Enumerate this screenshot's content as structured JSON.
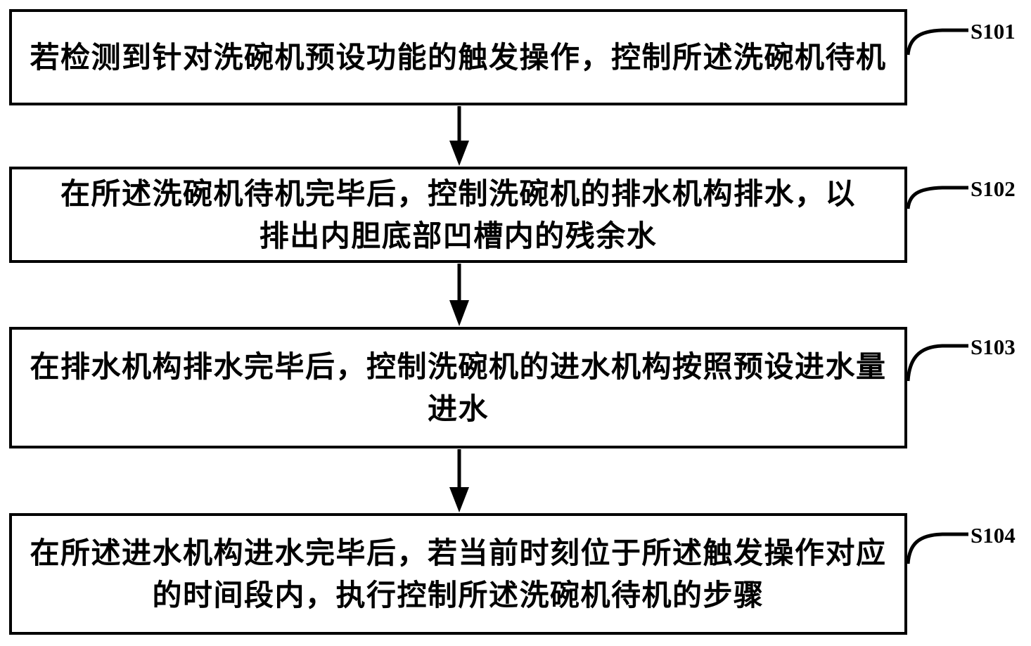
{
  "figure": {
    "background_color": "#ffffff",
    "line_color": "#000000",
    "type": "flowchart",
    "steps": [
      {
        "label": "S101",
        "lines": [
          "若检测到针对洗碗机预设功能的触发操作，控制所述洗碗机待机"
        ]
      },
      {
        "label": "S102",
        "lines": [
          "在所述洗碗机待机完毕后，控制洗碗机的排水机构排水，以",
          "排出内胆底部凹槽内的残余水"
        ]
      },
      {
        "label": "S103",
        "lines": [
          "在排水机构排水完毕后，控制洗碗机的进水机构按照预设进水量",
          "进水"
        ]
      },
      {
        "label": "S104",
        "lines": [
          "在所述进水机构进水完毕后，若当前时刻位于所述触发操作对应",
          "的时间段内，执行控制所述洗碗机待机的步骤"
        ]
      }
    ]
  }
}
